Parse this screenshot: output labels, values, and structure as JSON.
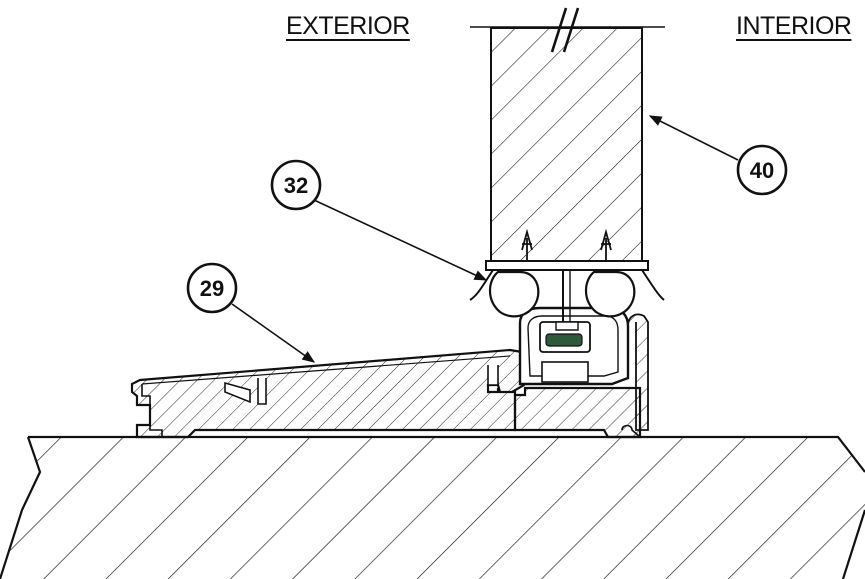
{
  "labels": {
    "exterior": "EXTERIOR",
    "interior": "INTERIOR"
  },
  "callouts": [
    {
      "id": "door",
      "number": "40"
    },
    {
      "id": "seal",
      "number": "32"
    },
    {
      "id": "threshold",
      "number": "29"
    }
  ],
  "colors": {
    "line": "#111111",
    "background": "#ffffff",
    "gasket_insert": "#2f5a3a"
  }
}
